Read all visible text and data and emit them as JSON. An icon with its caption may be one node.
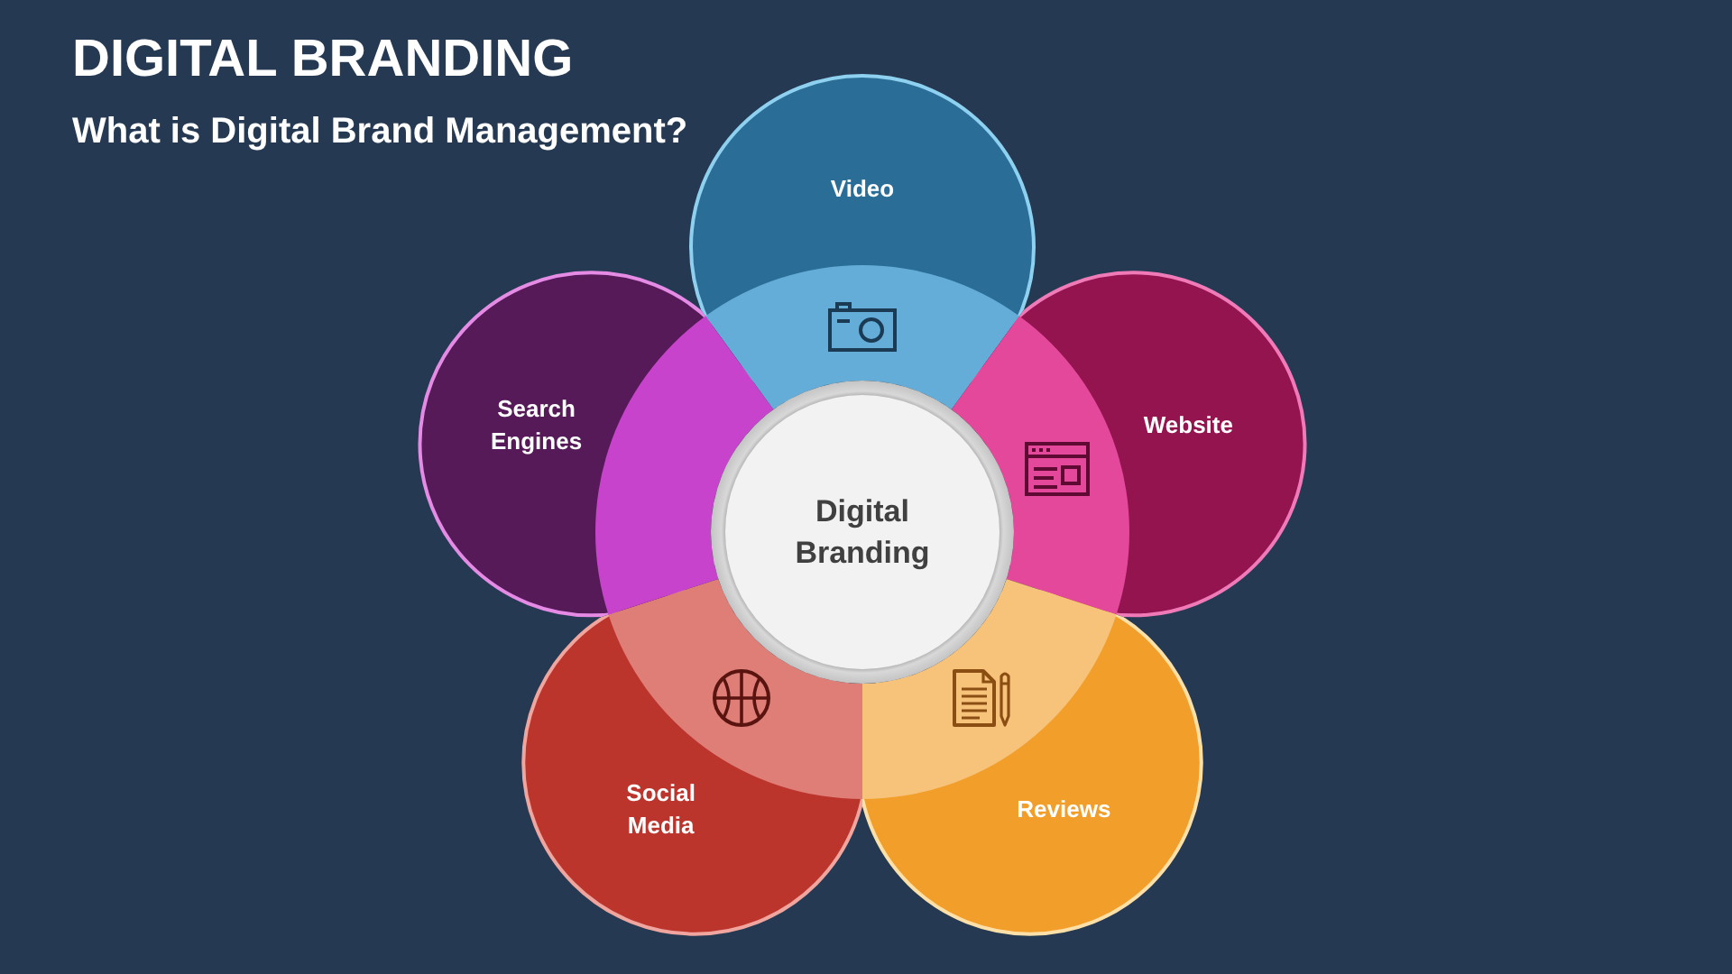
{
  "diagram": {
    "title": "DIGITAL BRANDING",
    "nodes": [
      {
        "text": [
          "Digital Branding"
        ]
      },
      {
        "text": [
          "Video"
        ]
      },
      {
        "text": [
          "Website"
        ]
      },
      {
        "text": [
          "Reviews"
        ]
      },
      {
        "text": [
          "Social Media"
        ]
      },
      {
        "text": [
          "Search Engines"
        ]
      }
    ],
    "labels": [
      "What is Digital Brand Management?"
    ]
  }
}
